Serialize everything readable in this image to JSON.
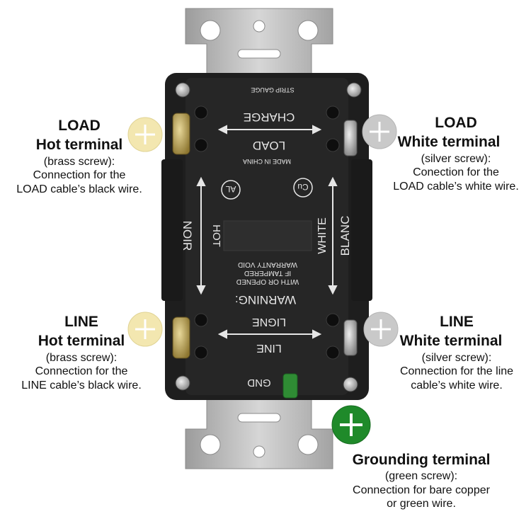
{
  "load_hot": {
    "title1": "LOAD",
    "title2": "Hot terminal",
    "screw": "(brass screw):",
    "desc1": "Connection for the",
    "desc2": "LOAD cable’s black wire."
  },
  "load_white": {
    "title1": "LOAD",
    "title2": "White terminal",
    "screw": "(silver screw):",
    "desc1": "Conection for the",
    "desc2": "LOAD cable’s white wire."
  },
  "line_hot": {
    "title1": "LINE",
    "title2": "Hot terminal",
    "screw": "(brass screw):",
    "desc1": "Connection for the",
    "desc2": "LINE cable’s black wire."
  },
  "line_white": {
    "title1": "LINE",
    "title2": "White terminal",
    "screw": "(silver screw):",
    "desc1": "Connection for the line",
    "desc2": "cable’s white wire."
  },
  "ground": {
    "title1": "Grounding terminal",
    "screw": "(green screw):",
    "desc1": "Connection for bare copper",
    "desc2": "or green wire."
  },
  "device_text": {
    "strip_gauge": "STRIP GAUGE",
    "charge": "CHARGE",
    "load": "LOAD",
    "made_in": "MADE IN CHINA",
    "al": "AL",
    "cu": "Cu",
    "hot": "HOT",
    "noir": "NOIR",
    "white": "WHITE",
    "blanc": "BLANC",
    "warranty1": "WARRANTY VOID",
    "warranty2": "IF TAMPERED",
    "warranty3": "WITH OR OPENED",
    "warning": "WARNING:",
    "ligne": "LIGNE",
    "line": "LINE",
    "gnd": "GND"
  },
  "colors": {
    "brass": "#f3e7b0",
    "silver": "#c9c9c9",
    "green": "#1f8a2a",
    "housing": "#1e1e1e",
    "strap": "#b9b9b9"
  }
}
